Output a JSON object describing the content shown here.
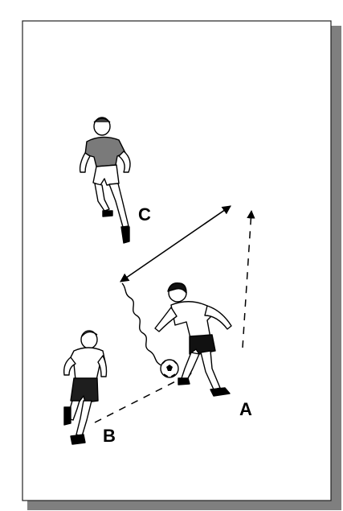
{
  "players": {
    "a": {
      "label": "A"
    },
    "b": {
      "label": "B"
    },
    "c": {
      "label": "C"
    }
  },
  "colors": {
    "ink": "#000000",
    "page": "#ffffff",
    "shadow": "#7f7f7f",
    "shirt_c": "#7a7a7a",
    "shorts_b": "#1e1e1e",
    "shorts_a": "#111111"
  }
}
